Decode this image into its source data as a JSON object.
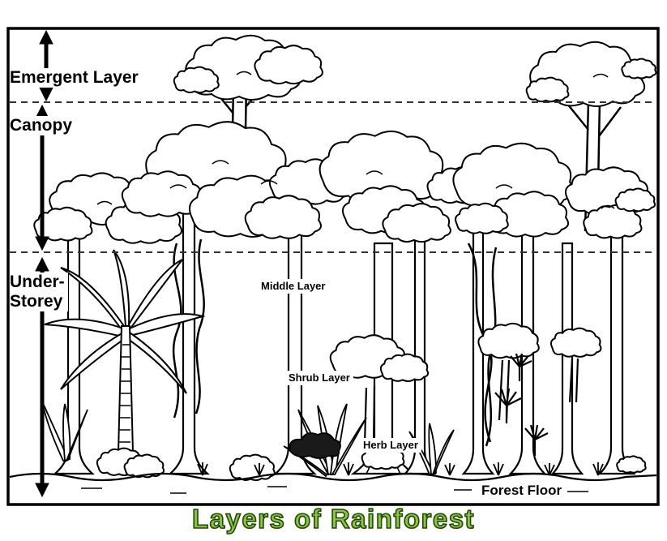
{
  "diagram": {
    "title": "Layers of Rainforest",
    "side_labels": {
      "emergent": "Emergent Layer",
      "canopy": "Canopy",
      "understorey_line1": "Under-",
      "understorey_line2": "Storey"
    },
    "inner_labels": {
      "middle": "Middle Layer",
      "shrub": "Shrub Layer",
      "herb": "Herb Layer",
      "forest_floor": "Forest Floor"
    },
    "colors": {
      "line": "#000000",
      "title_fill": "#8bc53f",
      "title_outline": "#1d4a00",
      "label_text": "#000000"
    }
  }
}
